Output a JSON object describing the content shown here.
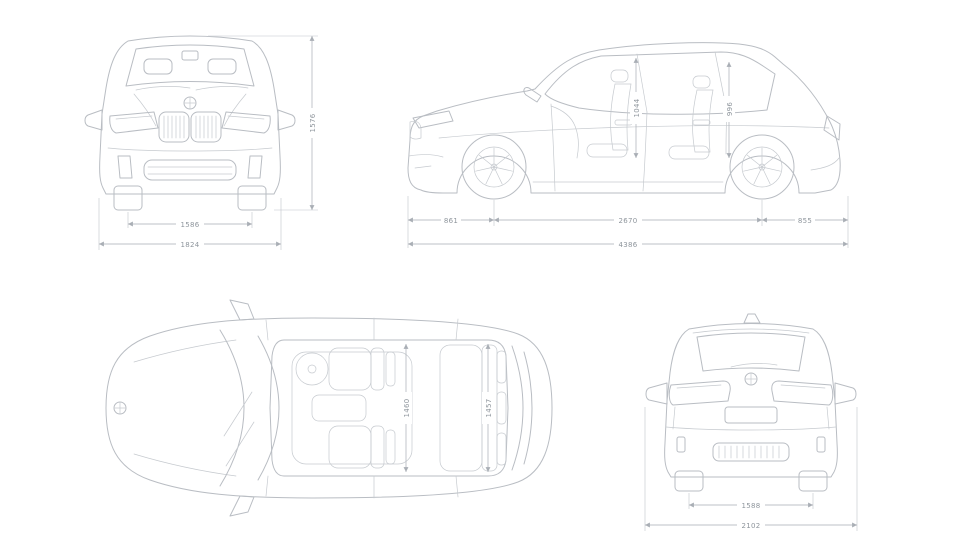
{
  "colors": {
    "background": "#ffffff",
    "car_line": "#b9bdc3",
    "detail_line": "#c6cacf",
    "dimension_line": "#a9aeb5",
    "label_text": "#8e959c"
  },
  "views": {
    "front": {
      "dimensions": {
        "overall_height": "1576",
        "track": "1586",
        "overall_width": "1824"
      }
    },
    "side": {
      "dimensions": {
        "front_overhang": "861",
        "wheelbase": "2670",
        "rear_overhang": "855",
        "overall_length": "4386",
        "front_interior_height": "1044",
        "rear_interior_height": "996"
      }
    },
    "top": {
      "dimensions": {
        "front_interior_width": "1460",
        "rear_interior_width": "1457"
      }
    },
    "rear": {
      "dimensions": {
        "track": "1588",
        "width_incl_mirrors": "2102"
      }
    }
  }
}
